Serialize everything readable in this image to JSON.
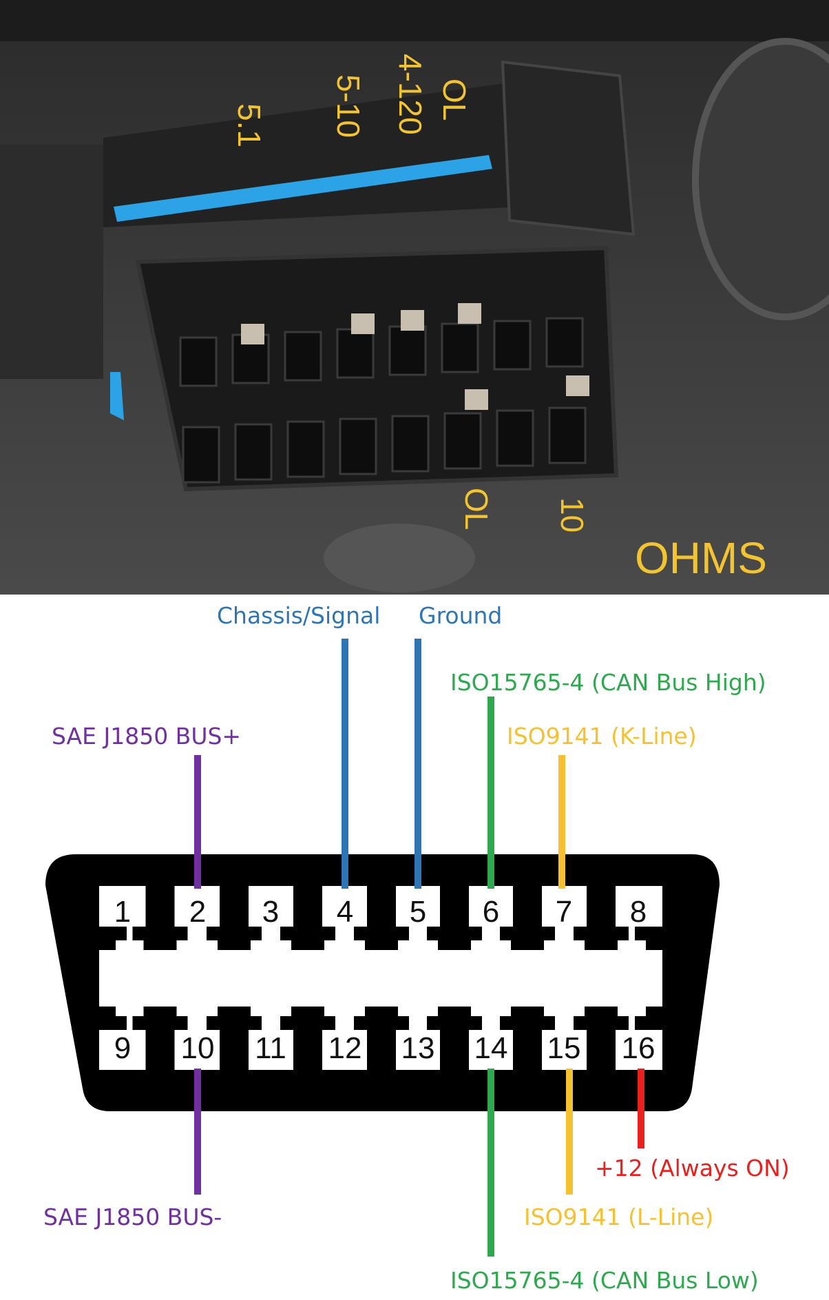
{
  "photo": {
    "readings": {
      "r1": "5.1",
      "r2": "5-10",
      "r3": "4-120",
      "r4": "OL",
      "r5": "OL",
      "r6": "10"
    },
    "unit": "OHMS",
    "text_color": "#f4c430"
  },
  "diagram": {
    "pins_top": [
      "1",
      "2",
      "3",
      "4",
      "5",
      "6",
      "7",
      "8"
    ],
    "pins_bottom": [
      "9",
      "10",
      "11",
      "12",
      "13",
      "14",
      "15",
      "16"
    ],
    "labels": {
      "ground": "Chassis/Signal",
      "ground2": "Ground",
      "can_high": "ISO15765-4 (CAN Bus High)",
      "j1850_plus": "SAE J1850 BUS+",
      "k_line": "ISO9141 (K-Line)",
      "power": "+12 (Always ON)",
      "l_line": "ISO9141 (L-Line)",
      "j1850_minus": "SAE J1850 BUS-",
      "can_low": "ISO15765-4 (CAN Bus Low)"
    },
    "colors": {
      "purple": "#7030a0",
      "blue": "#2e75b6",
      "green": "#2fa84f",
      "yellow": "#f7c030",
      "red": "#e8201f"
    }
  }
}
